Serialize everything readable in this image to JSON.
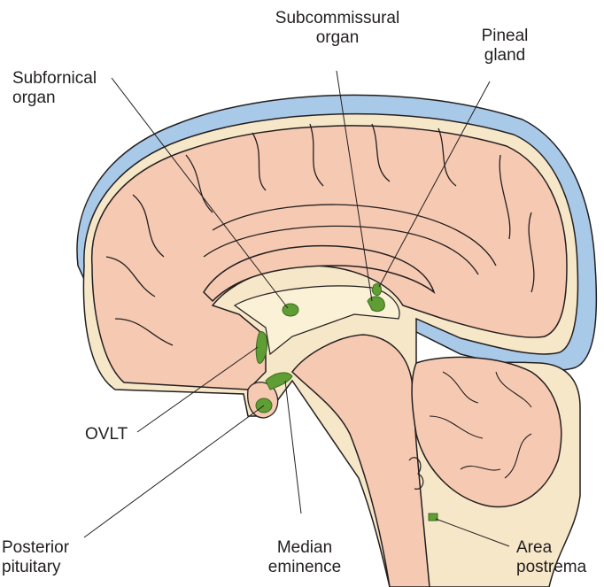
{
  "labels": {
    "subfornical": [
      "Subfornical",
      "organ"
    ],
    "subcommissural": [
      "Subcommissural",
      "organ"
    ],
    "pineal": [
      "Pineal",
      "gland"
    ],
    "ovlt": [
      "OVLT"
    ],
    "posterior_pituitary": [
      "Posterior",
      "pituitary"
    ],
    "median_eminence": [
      "Median",
      "eminence"
    ],
    "area_postrema": [
      "Area",
      "postrema"
    ]
  },
  "colors": {
    "skull": "#a9c9e8",
    "skull_edge": "#6f9ccb",
    "meninges": "#f6e7c8",
    "brain": "#f6c9b2",
    "ventricle": "#fbf1d6",
    "organ": "#5f9e35",
    "organ_dark": "#3d6b1f",
    "outline": "#231f20"
  }
}
